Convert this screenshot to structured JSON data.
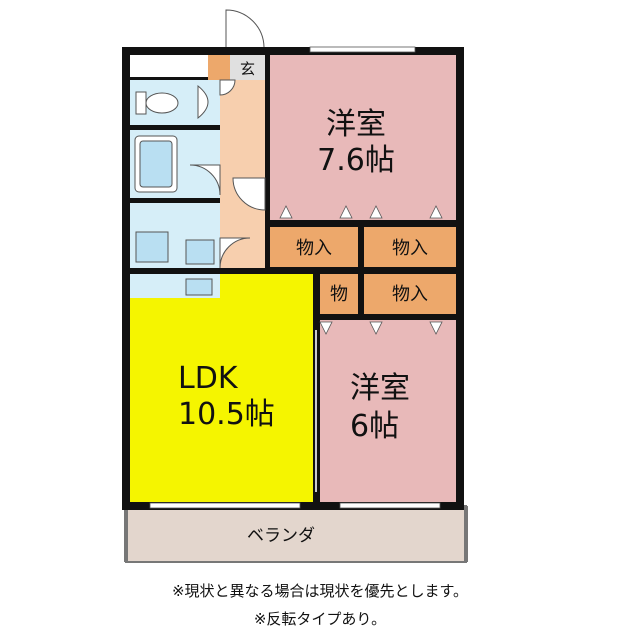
{
  "rooms": {
    "entrance": "玄",
    "bedroom_large": {
      "name": "洋室",
      "size": "7.6帖"
    },
    "bedroom_small": {
      "name": "洋室",
      "size": "6帖"
    },
    "ldk": {
      "name": "LDK",
      "size": "10.5帖"
    },
    "storage_1": "物入",
    "storage_2": "物入",
    "storage_3": "物",
    "storage_4": "物入",
    "balcony": "ベランダ"
  },
  "notes": {
    "line1": "※現状と異なる場合は現状を優先とします。",
    "line2": "※反転タイプあり。"
  },
  "colors": {
    "bedroom": "#e8b9b9",
    "ldk": "#f5f500",
    "storage": "#eda86b",
    "hallway": "#f7cfae",
    "wet_area": "#d6eef8",
    "balcony": "#e3d6cd",
    "wall": "#111111"
  }
}
